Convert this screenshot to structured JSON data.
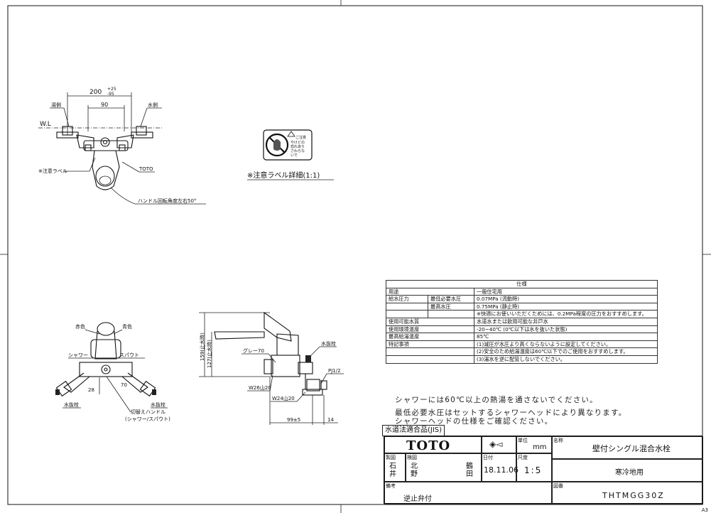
{
  "front_view": {
    "dim_overall": "200",
    "dim_tol_plus": "+25",
    "dim_tol_minus": "-95",
    "dim_inner": "90",
    "hot_side": "湯側",
    "cold_side": "水側",
    "wl": "W.L",
    "caution_label": "※注意ラベル",
    "brand_label": "TOTO",
    "handle_angle": "ハンドル回転角度左右50°"
  },
  "caution_detail": {
    "caption": "※注意ラベル詳細(1:1)",
    "label_text": "ご注意 やけどの恐れあり さわらないで"
  },
  "bottom_view": {
    "red": "赤色",
    "blue": "青色",
    "shower": "シャワー",
    "spout": "スパウト",
    "dim_28": "28",
    "dim_70": "70",
    "stop_left": "水抜栓",
    "stop_right": "水抜栓",
    "switch_handle": "切替えハンドル",
    "switch_handle_sub": "(シャワー/スパウト)"
  },
  "side_view": {
    "dim_159": "159(止水時)",
    "dim_127": "127(止水時)",
    "gray": "グレー70",
    "stop": "水抜栓",
    "pj": "PJ1/2",
    "w26": "W26山20",
    "w24": "W24山20",
    "dim_99": "99±5",
    "dim_14": "14"
  },
  "spec": {
    "title": "仕様",
    "rows": [
      {
        "k": "用途",
        "k2": "",
        "v": "一般住宅用"
      },
      {
        "k": "給水圧力",
        "k2": "最低必要水圧",
        "v": "0.07MPa (流動時)"
      },
      {
        "k": "",
        "k2": "最高水圧",
        "v": "0.75MPa (静止時)"
      },
      {
        "k": "",
        "k2": "",
        "v": "※快適にお使いいただくためには、0.2MPa程度の圧力をおすすめします。"
      },
      {
        "k": "使用可能水質",
        "k2": "",
        "v": "水道水または飲用可能な井戸水"
      },
      {
        "k": "使用環境温度",
        "k2": "",
        "v": "-20~40℃ (0℃以下は水を抜いた状態)"
      },
      {
        "k": "最高給湯温度",
        "k2": "",
        "v": "85℃"
      },
      {
        "k": "特記事項",
        "k2": "",
        "v": "(1)減圧が水圧より高くならないように設定してください。"
      },
      {
        "k": "",
        "k2": "",
        "v": "(2)安全のため給湯温度は60℃以下でのご使用をおすすめします。"
      },
      {
        "k": "",
        "k2": "",
        "v": "(3)湯水を逆に配管しないでください。"
      }
    ]
  },
  "notes": {
    "n1": "シャワーには60℃以上の熱湯を通さないでください。",
    "n2": "最低必要水圧はセットするシャワーヘッドにより異なります。",
    "n3": "シャワーヘッドの仕様をご確認ください。",
    "tag": "水道法適合品(JIS)"
  },
  "title_block": {
    "brand": "TOTO",
    "unit_label": "単位",
    "unit": "mm",
    "name_label": "名称",
    "name": "壁付シングル混合水栓",
    "drawn_label": "製図",
    "drawn": "石井",
    "checked_label": "検図",
    "checked": "北野",
    "approved": "鶴田",
    "date_label": "日付",
    "date": "18.11.06",
    "scale_label": "尺度",
    "scale": "1:5",
    "sub_name": "寒冷地用",
    "remarks_label": "備考",
    "remarks": "逆止弁付",
    "drawing_no_label": "図番",
    "drawing_no": "THTMGG30Z"
  },
  "sheet_size": "A3"
}
